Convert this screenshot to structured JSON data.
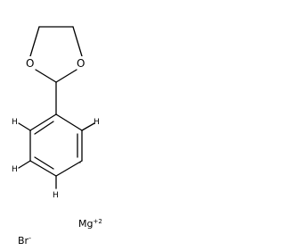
{
  "molecule": {
    "atoms": {
      "oxygen_left": "O",
      "oxygen_right": "O",
      "hydrogen": "H"
    },
    "carbanion_marker": "·",
    "counterions": {
      "magnesium": {
        "symbol": "Mg",
        "charge": "+2"
      },
      "bromide": {
        "symbol": "Br",
        "charge": "-"
      }
    }
  }
}
